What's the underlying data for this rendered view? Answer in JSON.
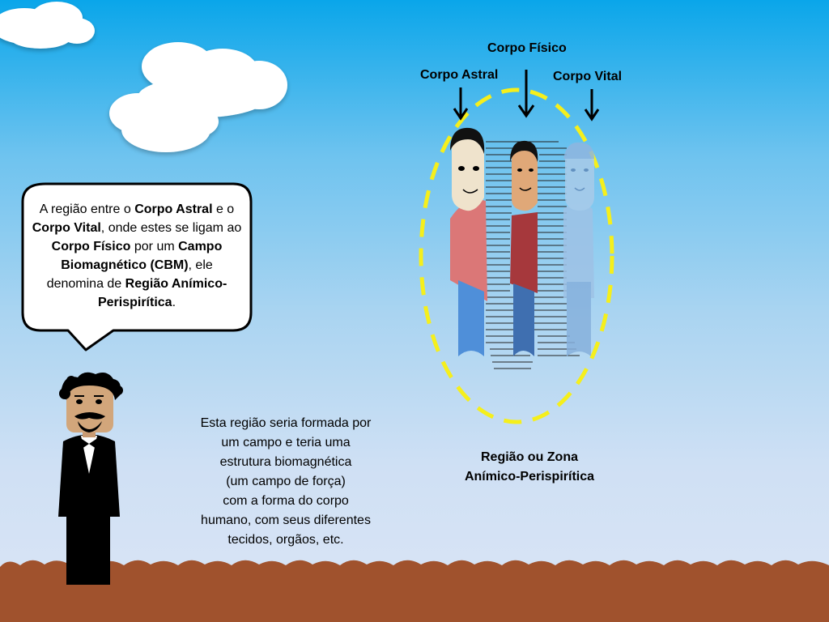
{
  "speech_bubble": {
    "l1_text_1": "A região entre o ",
    "l1_bold_1": "Corpo Astral",
    "l1_text_2": " e o ",
    "l1_bold_2": "Corpo Vital",
    "l1_text_3": ", onde estes se ligam ao ",
    "l1_bold_3": "Corpo Físico",
    "l1_text_4": " por um ",
    "l1_bold_4": "Campo Biomagnético (CBM)",
    "l1_text_5": ", ele denomina de ",
    "l1_bold_5": "Região Anímico-Perispirítica",
    "l1_text_6": "."
  },
  "description": "Esta região seria formada por\num campo e teria uma\nestrutura biomagnética\n(um campo de força)\ncom a forma do corpo\nhumano, com seus diferentes\ntecidos, orgãos, etc.",
  "labels": {
    "corpo_fisico": "Corpo Físico",
    "corpo_astral": "Corpo Astral",
    "corpo_vital": "Corpo Vital"
  },
  "zone_label": {
    "line1": "Região ou Zona",
    "line2": "Anímico-Perispirítica"
  },
  "colors": {
    "ellipse": "#f5ef1c",
    "ground": "#a0522d",
    "astral_shirt": "#db7777",
    "astral_pants": "#4f8fd9",
    "physical_shirt": "#a6383c",
    "physical_pants": "#3f6fb0",
    "vital_body": "#9ec2e6"
  }
}
